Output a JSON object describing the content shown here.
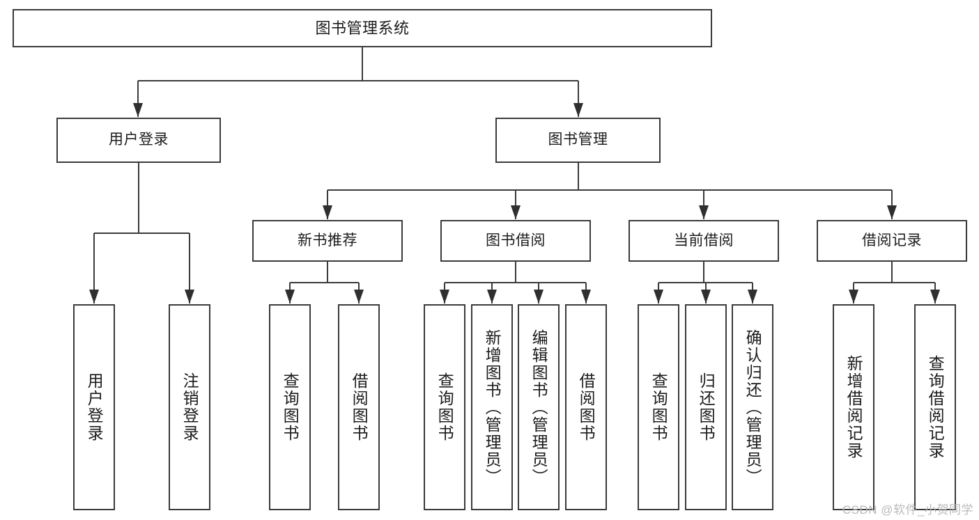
{
  "diagram": {
    "type": "tree",
    "title": "图书管理系统",
    "orientation": "top-down",
    "style": {
      "box_fill": "#ffffff",
      "box_stroke": "#3a3a3a",
      "text_color": "#1b1b1b",
      "connector_color": "#3a3a3a",
      "background": "#ffffff"
    },
    "nodes": {
      "root": {
        "label": "图书管理系统",
        "level": 0,
        "orientation": "horizontal"
      },
      "l1": [
        {
          "id": "user-login",
          "label": "用户登录",
          "level": 1,
          "orientation": "horizontal"
        },
        {
          "id": "book-manage",
          "label": "图书管理",
          "level": 1,
          "orientation": "horizontal"
        }
      ],
      "l2": [
        {
          "id": "new-book-recommend",
          "label": "新书推荐",
          "level": 2,
          "orientation": "horizontal",
          "parent": "book-manage"
        },
        {
          "id": "book-borrow",
          "label": "图书借阅",
          "level": 2,
          "orientation": "horizontal",
          "parent": "book-manage"
        },
        {
          "id": "current-borrow",
          "label": "当前借阅",
          "level": 2,
          "orientation": "horizontal",
          "parent": "book-manage"
        },
        {
          "id": "borrow-record",
          "label": "借阅记录",
          "level": 2,
          "orientation": "horizontal",
          "parent": "book-manage"
        }
      ],
      "leaves": [
        {
          "id": "leaf-user-login",
          "label": "用户登录",
          "parent": "user-login",
          "orientation": "vertical"
        },
        {
          "id": "leaf-logout-login",
          "label": "注销登录",
          "parent": "user-login",
          "orientation": "vertical"
        },
        {
          "id": "leaf-query-book-1",
          "label": "查询图书",
          "parent": "new-book-recommend",
          "orientation": "vertical"
        },
        {
          "id": "leaf-borrow-book-1",
          "label": "借阅图书",
          "parent": "new-book-recommend",
          "orientation": "vertical"
        },
        {
          "id": "leaf-query-book-2",
          "label": "查询图书",
          "parent": "book-borrow",
          "orientation": "vertical"
        },
        {
          "id": "leaf-add-book",
          "label": "新增图书（管理员）",
          "parent": "book-borrow",
          "orientation": "vertical"
        },
        {
          "id": "leaf-edit-book",
          "label": "编辑图书（管理员）",
          "parent": "book-borrow",
          "orientation": "vertical"
        },
        {
          "id": "leaf-borrow-book-2",
          "label": "借阅图书",
          "parent": "book-borrow",
          "orientation": "vertical"
        },
        {
          "id": "leaf-query-book-3",
          "label": "查询图书",
          "parent": "current-borrow",
          "orientation": "vertical"
        },
        {
          "id": "leaf-return-book",
          "label": "归还图书",
          "parent": "current-borrow",
          "orientation": "vertical"
        },
        {
          "id": "leaf-confirm-return",
          "label": "确认归还（管理员）",
          "parent": "current-borrow",
          "orientation": "vertical"
        },
        {
          "id": "leaf-add-record",
          "label": "新增借阅记录",
          "parent": "borrow-record",
          "orientation": "vertical"
        },
        {
          "id": "leaf-query-record",
          "label": "查询借阅记录",
          "parent": "borrow-record",
          "orientation": "vertical"
        }
      ]
    }
  },
  "watermark": {
    "text": "CSDN @软件_小贺同学"
  }
}
